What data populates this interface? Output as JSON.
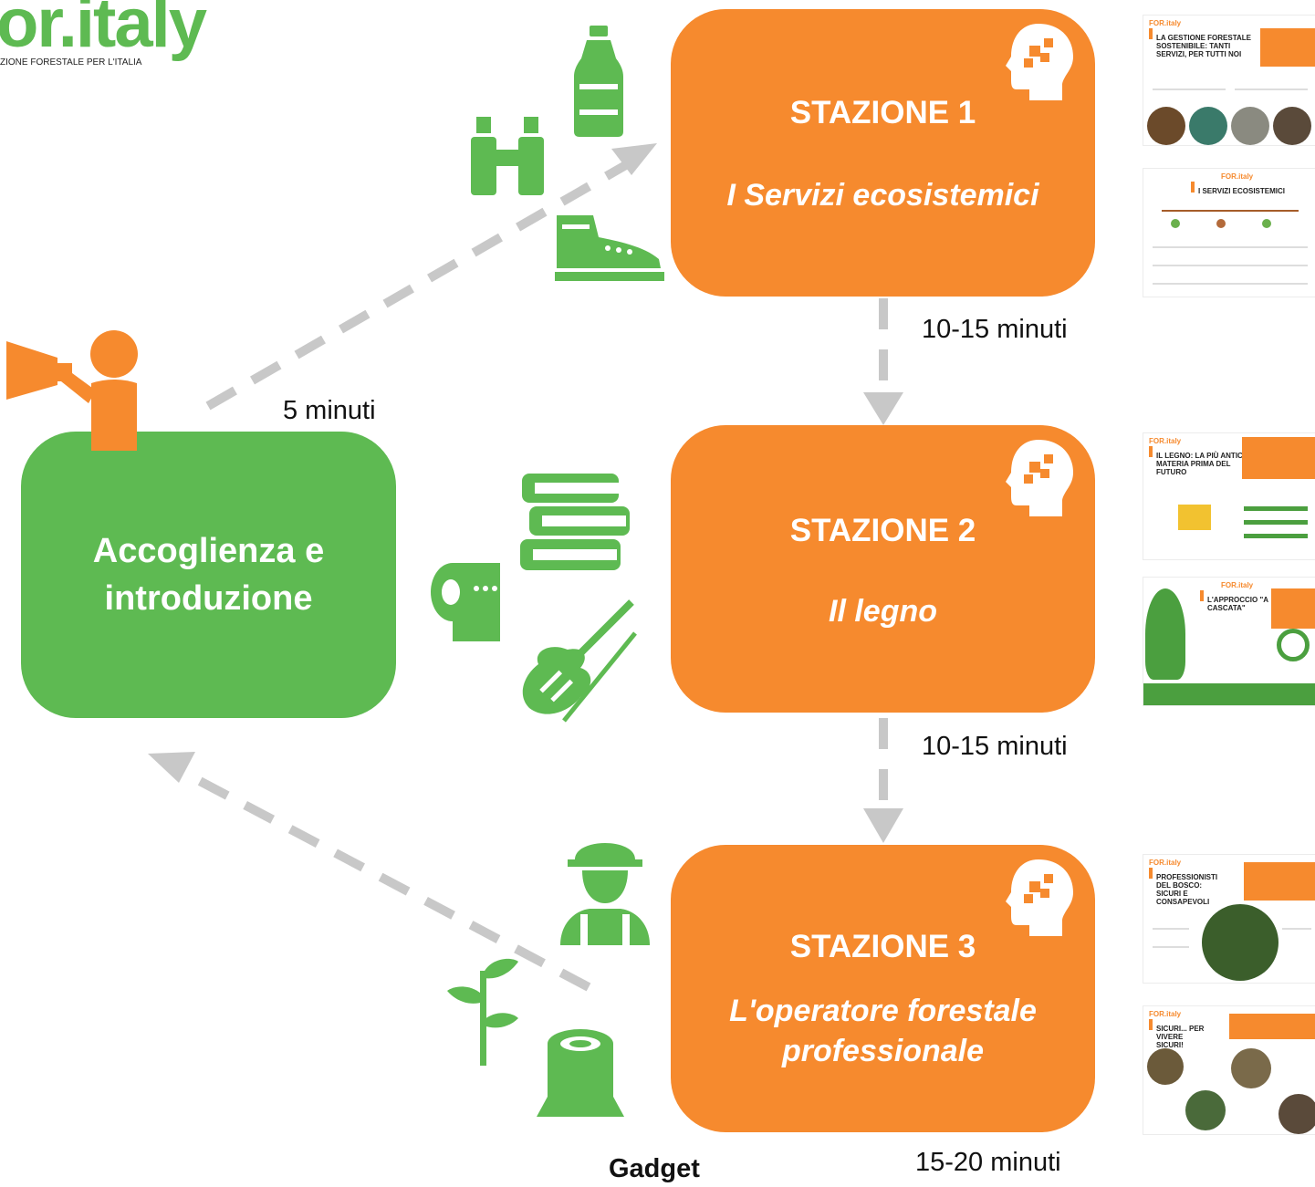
{
  "logo": {
    "wordmark": "FOR.italy",
    "visible_text": "or.italy",
    "tagline": "ZIONE FORESTALE  PER L'ITALIA"
  },
  "intro": {
    "label": "Accoglienza e introduzione",
    "line1": "Accoglienza e",
    "line2": "introduzione",
    "time": "5 minuti"
  },
  "stations": [
    {
      "title": "STAZIONE 1",
      "subtitle": "I Servizi ecosistemici",
      "time": "10-15 minuti"
    },
    {
      "title": "STAZIONE 2",
      "subtitle": "Il legno",
      "time": "10-15 minuti"
    },
    {
      "title": "STAZIONE 3",
      "subtitle_line1": "L'operatore forestale",
      "subtitle_line2": "professionale",
      "time": "15-20 minuti"
    }
  ],
  "gadget": "Gadget",
  "thumbnails": [
    {
      "title": "LA GESTIONE FORESTALE SOSTENIBILE: TANTI SERVIZI, PER TUTTI NOI"
    },
    {
      "title": "I SERVIZI ECOSISTEMICI"
    },
    {
      "title": "IL LEGNO: LA PIÙ ANTICA MATERIA PRIMA DEL FUTURO"
    },
    {
      "title": "L'APPROCCIO \"A CASCATA\""
    },
    {
      "title": "PROFESSIONISTI DEL BOSCO: SICURI E CONSAPEVOLI"
    },
    {
      "title": "SICURI... PER VIVERE SICURI!"
    }
  ],
  "colors": {
    "orange": "#f68a2e",
    "green": "#5eba52",
    "arrow": "#c8c8c8"
  },
  "icons": [
    "water-bottle-icon",
    "binoculars-icon",
    "hiking-boot-icon",
    "books-icon",
    "toilet-paper-icon",
    "violin-icon",
    "forestry-worker-icon",
    "seedling-icon",
    "tree-stump-icon",
    "megaphone-person-icon",
    "brain-puzzle-icon"
  ]
}
